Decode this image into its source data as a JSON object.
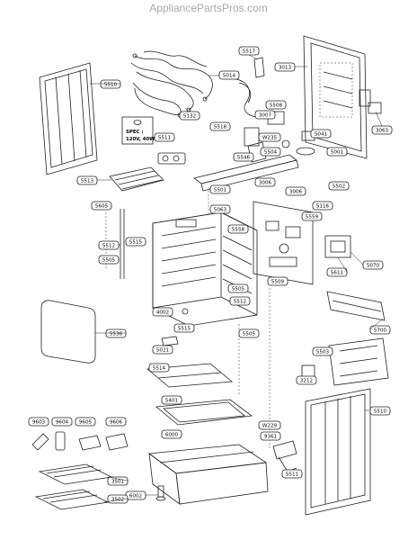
{
  "watermark": "AppliancePartsPros.com",
  "spec_box": {
    "line1": "SPEC :",
    "line2": "120V, 40W"
  },
  "labels": {
    "p5517": "5517",
    "p3013": "3013",
    "p5510a": "5510",
    "p5014": "5014",
    "p5132": "5132",
    "p5508": "5508",
    "p3007": "3007",
    "p5518": "5518",
    "p3063": "3063",
    "pW235": "W235",
    "p5041": "5041",
    "p5511": "5511",
    "p5504": "5504",
    "p5001": "5001",
    "p5546": "5546",
    "p5513": "5513",
    "p3006a": "3006",
    "p5501": "5501",
    "p3006b": "3006",
    "p5502": "5502",
    "p5605": "5605",
    "p5063": "5063",
    "p5116": "5116",
    "p5559": "5559",
    "p5558": "5558",
    "p5512a": "5512",
    "p5515": "5515",
    "p5505a": "5505",
    "p5611": "5611",
    "p5070": "5070",
    "p5509": "5509",
    "p5505b": "5505",
    "p5512b": "5512",
    "p4002": "4002",
    "p5536": "5536",
    "p5505c": "5505",
    "p5700": "5700",
    "p5021": "5021",
    "p5503": "5503",
    "p3212": "3212",
    "p5514": "5514",
    "p5401": "5401",
    "p5510b": "5510",
    "pW229": "W229",
    "p9361": "9361",
    "p9603": "9603",
    "p9604": "9604",
    "p9605": "9605",
    "p9606": "9606",
    "p6000": "6000",
    "p5511b": "5511",
    "p3501": "3501",
    "p6002": "6002",
    "p3502": "3502"
  }
}
